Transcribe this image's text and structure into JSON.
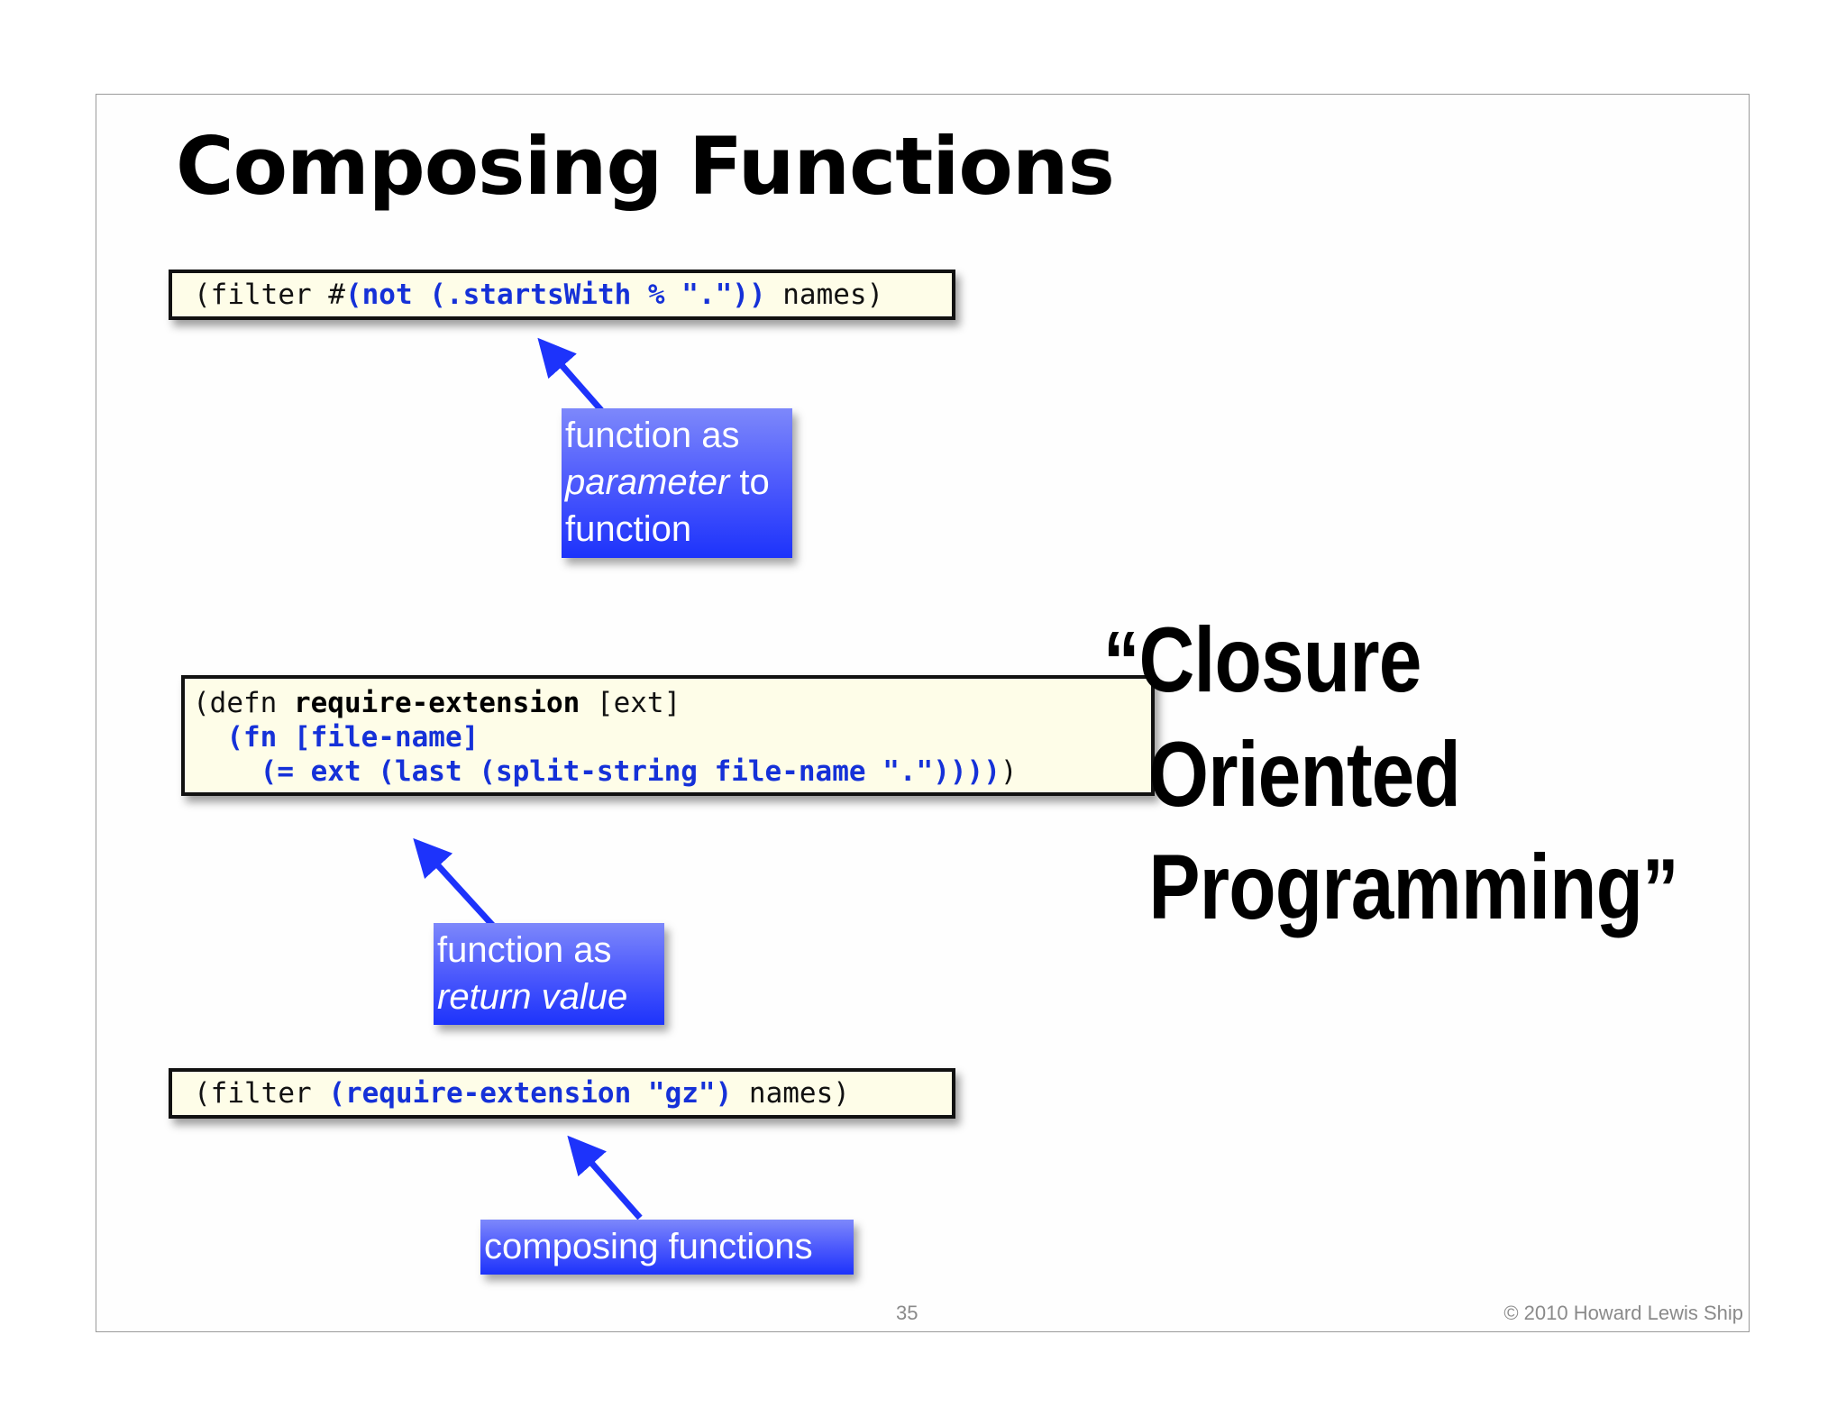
{
  "slide": {
    "title": "Composing Functions",
    "page_number": "35",
    "copyright": "© 2010 Howard Lewis Ship"
  },
  "code1": {
    "p1": "(filter #",
    "p2": "(not (.startsWith % \".\"))",
    "p3": " names)"
  },
  "code2": {
    "l1a": "(defn ",
    "l1b": "require-extension",
    "l1c": " [ext]",
    "l2": "  (fn [file-name]",
    "l3a": "    (= ext (last (split-string file-name \".\"))))",
    "l3b": ")"
  },
  "code3": {
    "p1": "(filter ",
    "p2": "(require-extension \"gz\")",
    "p3": " names)"
  },
  "notes": {
    "n1_line1": "function as",
    "n1_line2a": "parameter",
    "n1_line2b": " to",
    "n1_line3": "function",
    "n2_line1": "function as",
    "n2_line2": "return value",
    "n3": "composing functions"
  },
  "quote": {
    "open": "“",
    "line1": "Closure",
    "line2": "Oriented",
    "line3": "Programming",
    "close": "”"
  },
  "colors": {
    "code_highlight": "#1531d8",
    "note_blue": "#1d33fb",
    "code_bg": "#fefde8"
  }
}
